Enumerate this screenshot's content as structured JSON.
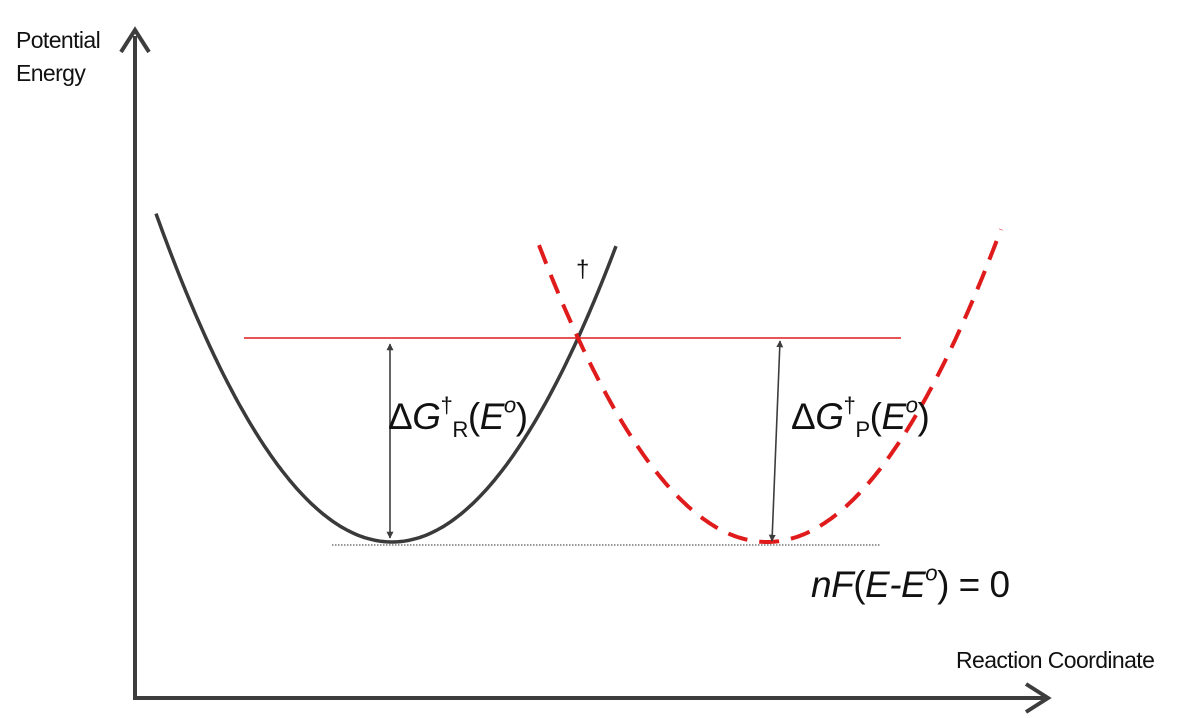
{
  "axes": {
    "y_label": "Potential\nEnergy",
    "x_label": "Reaction Coordinate"
  },
  "annotations": {
    "transition_state_symbol": "†",
    "delta": "Δ",
    "G": "G",
    "dagger": "†",
    "reactant_subscript": "R",
    "product_subscript": "P",
    "E": "E",
    "o": "o",
    "open_paren": "(",
    "close_paren": ")",
    "nF": "nF",
    "minus": "-",
    "equals_zero": " = 0"
  },
  "colors": {
    "reactant_curve": "#3a3a3a",
    "product_curve": "#e01b1b",
    "transition_line": "#e01b1b",
    "axes": "#3d3d3d",
    "arrows": "#3d3d3d",
    "baseline": "#777777"
  }
}
